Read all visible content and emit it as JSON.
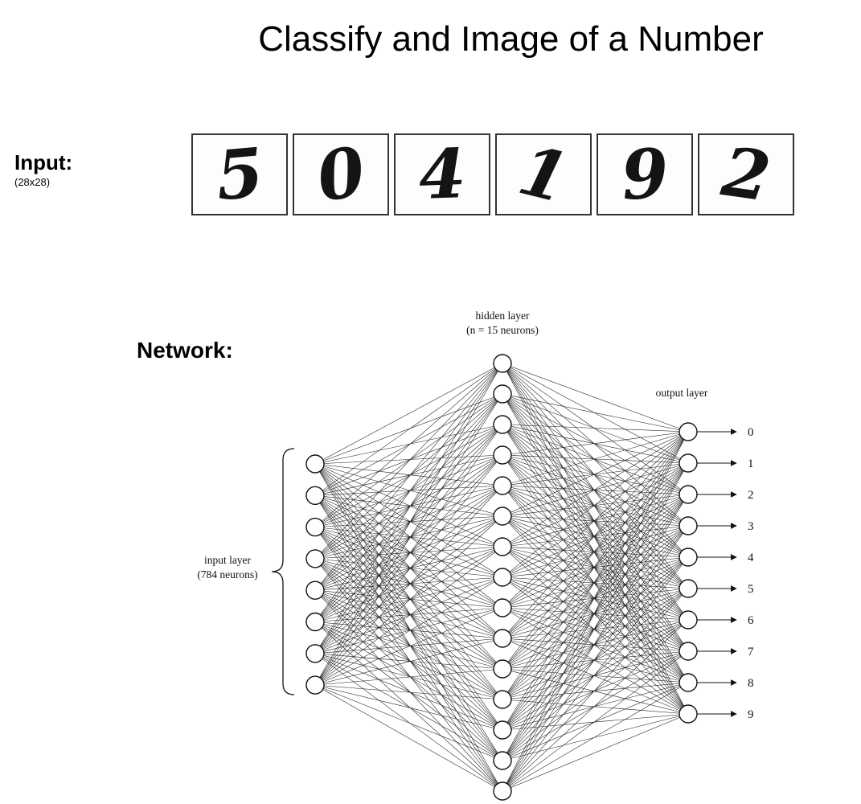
{
  "slide": {
    "title": "Classify and Image of a Number",
    "input_label": "Input:",
    "input_sublabel": "(28x28)",
    "network_label": "Network:",
    "digits": [
      "5",
      "0",
      "4",
      "1",
      "9",
      "2"
    ]
  },
  "network": {
    "hidden_label_line1": "hidden layer",
    "hidden_label_line2": "(n = 15 neurons)",
    "output_label": "output layer",
    "input_label_line1": "input layer",
    "input_label_line2": "(784 neurons)",
    "output_classes": [
      "0",
      "1",
      "2",
      "3",
      "4",
      "5",
      "6",
      "7",
      "8",
      "9"
    ],
    "layers": {
      "input_shown": 8,
      "hidden_shown": 15,
      "output_shown": 10
    },
    "line_color": "#1a1a1a",
    "node_fill": "#ffffff",
    "node_stroke": "#111111"
  }
}
